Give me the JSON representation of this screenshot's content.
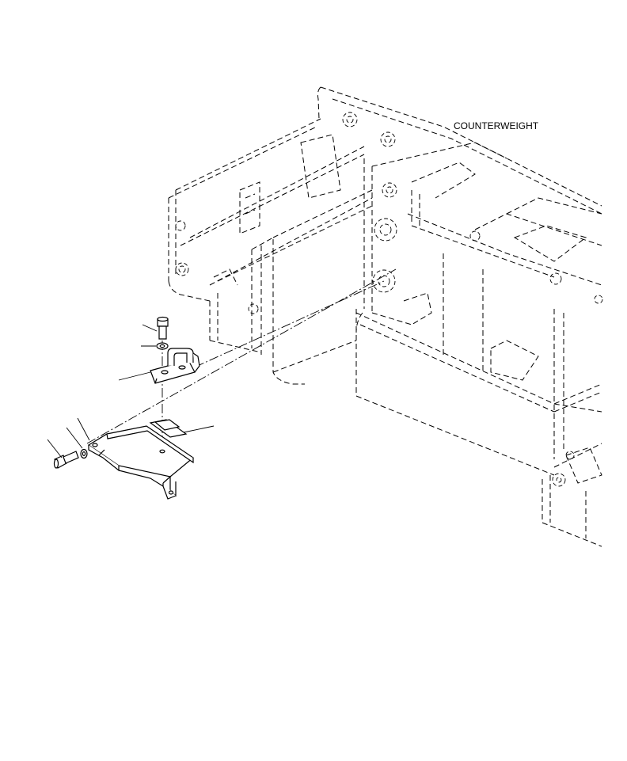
{
  "labels": {
    "counterweight": "COUNTERWEIGHT"
  },
  "parts": [
    {
      "name": "bolt-upper"
    },
    {
      "name": "washer-upper"
    },
    {
      "name": "clamp-bracket"
    },
    {
      "name": "mounting-plate"
    },
    {
      "name": "plate-pad"
    },
    {
      "name": "washer-lower"
    },
    {
      "name": "bolt-lower"
    }
  ]
}
